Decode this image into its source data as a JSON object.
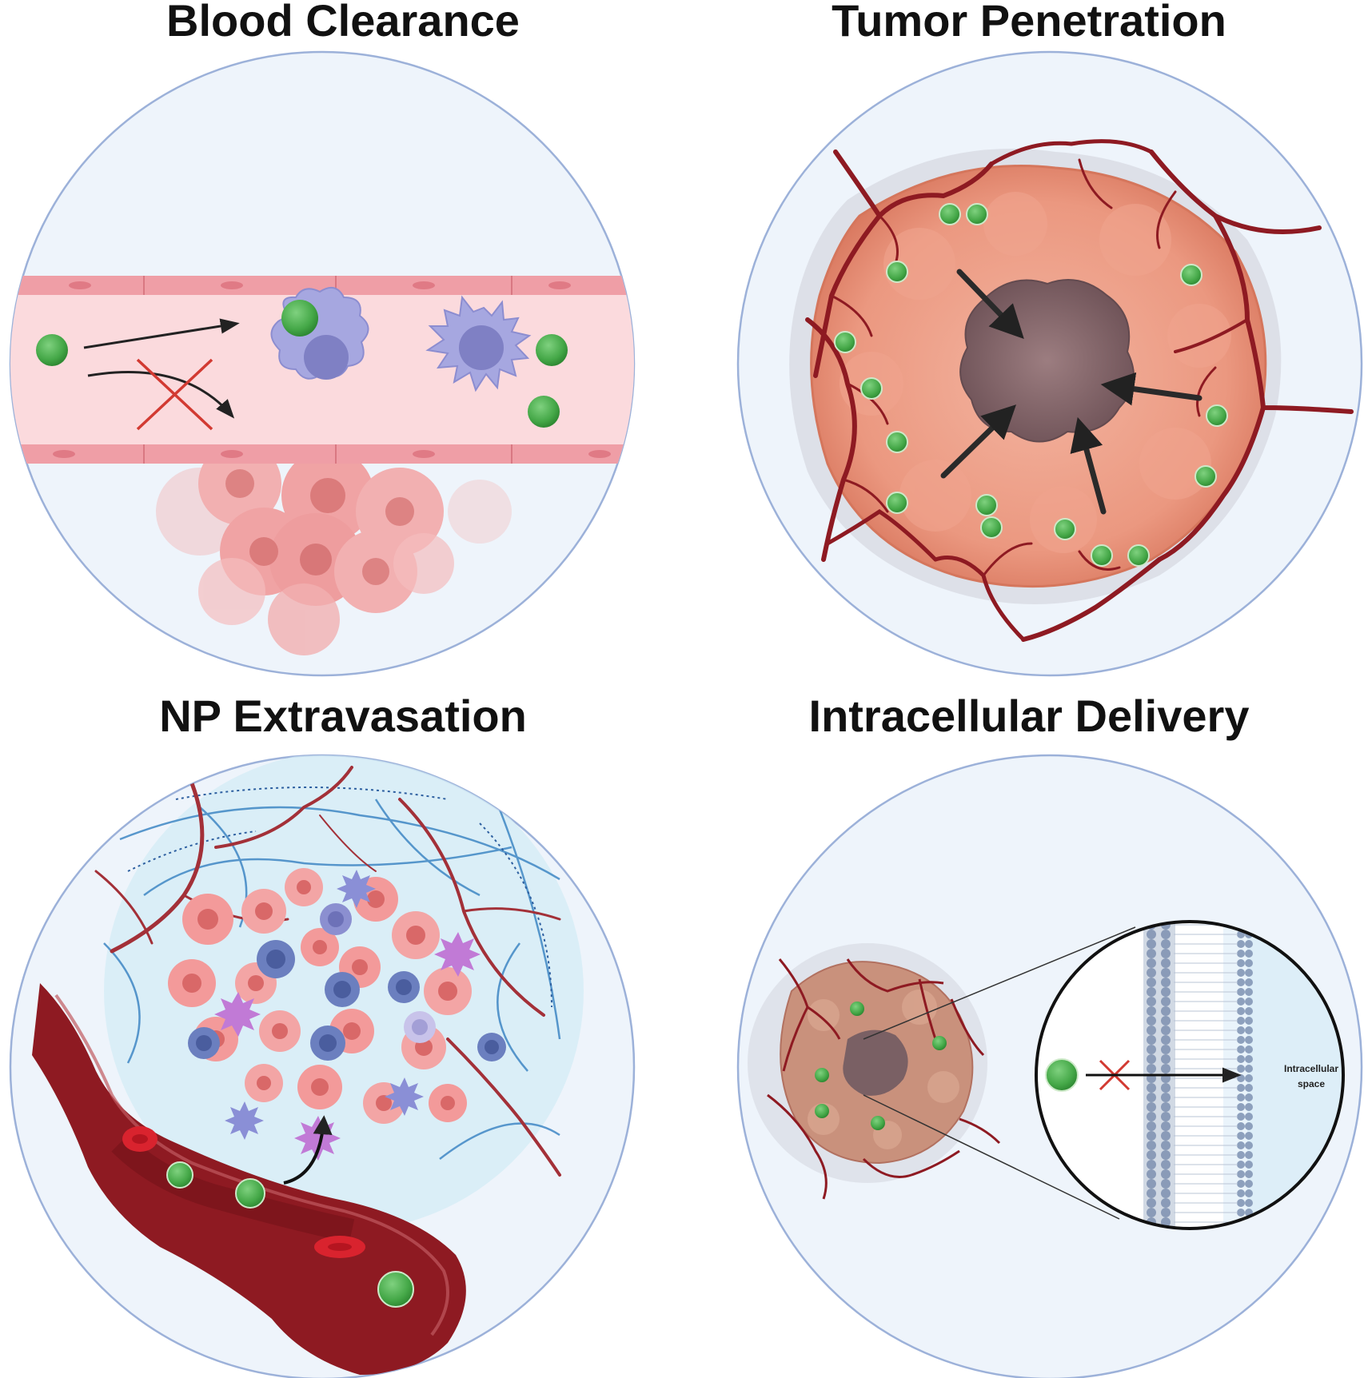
{
  "panels": {
    "blood_clearance": {
      "title": "Blood Clearance"
    },
    "tumor_penetration": {
      "title": "Tumor Penetration"
    },
    "np_extravasation": {
      "title": "NP Extravasation"
    },
    "intracellular_delivery": {
      "title": "Intracellular Delivery",
      "space_label_line1": "Intracellular",
      "space_label_line2": "space"
    }
  },
  "colors": {
    "circle_fill": "#eef4fb",
    "circle_stroke": "#9cb1d9",
    "nanoparticle": "#4caf50",
    "vessel_wall": "#e9a1a8",
    "vessel_lumen": "#fbdadd",
    "immune_cell": "#a6a7e0",
    "tumor_outer": "#eb9880",
    "tumor_core": "#8b6e72",
    "blood_vessel_red": "#8e1a22",
    "red_x": "#d23a32"
  }
}
